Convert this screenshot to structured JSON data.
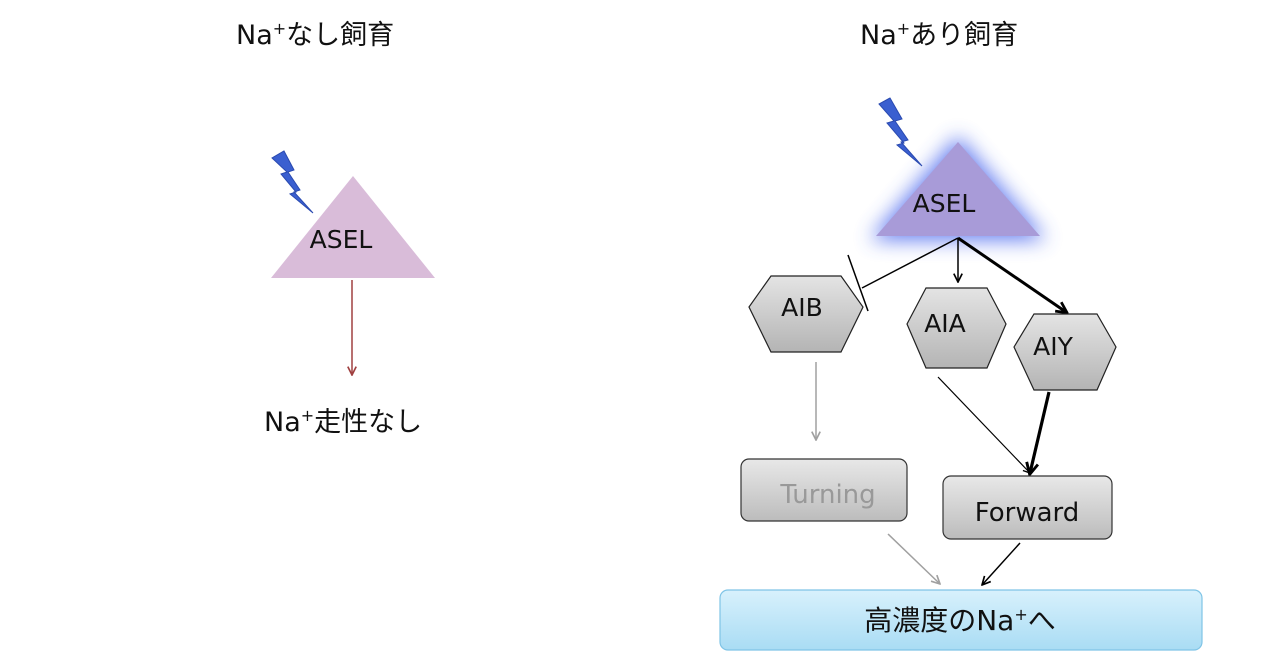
{
  "panels": {
    "left": {
      "title_main": "Na",
      "title_sup": "+",
      "title_rest": "なし飼育",
      "neuron": "ASEL",
      "outcome_main": "Na",
      "outcome_sup": "+",
      "outcome_rest": "走性なし"
    },
    "right": {
      "title_main": "Na",
      "title_sup": "+",
      "title_rest": "あり飼育",
      "sensory_neuron": "ASEL",
      "interneurons": [
        "AIB",
        "AIA",
        "AIY"
      ],
      "behaviors": [
        "Turning",
        "Forward"
      ],
      "target_main": "高濃度のNa",
      "target_sup": "+",
      "target_rest": "へ"
    }
  },
  "colors": {
    "neuron_inactive": "#d9bcd9",
    "neuron_active": "#a89bd8",
    "activation_glow": "#4a66ee",
    "stimulus_bolt": "#3a5fd0",
    "no_response_arrow": "#a04040",
    "interneuron_fill": "#c8c8c8",
    "target_fill": "#bfe6f8",
    "inactive_path": "#a0a0a0",
    "active_path": "#000000"
  },
  "icons": {
    "stimulus": "lightning-bolt-icon"
  }
}
